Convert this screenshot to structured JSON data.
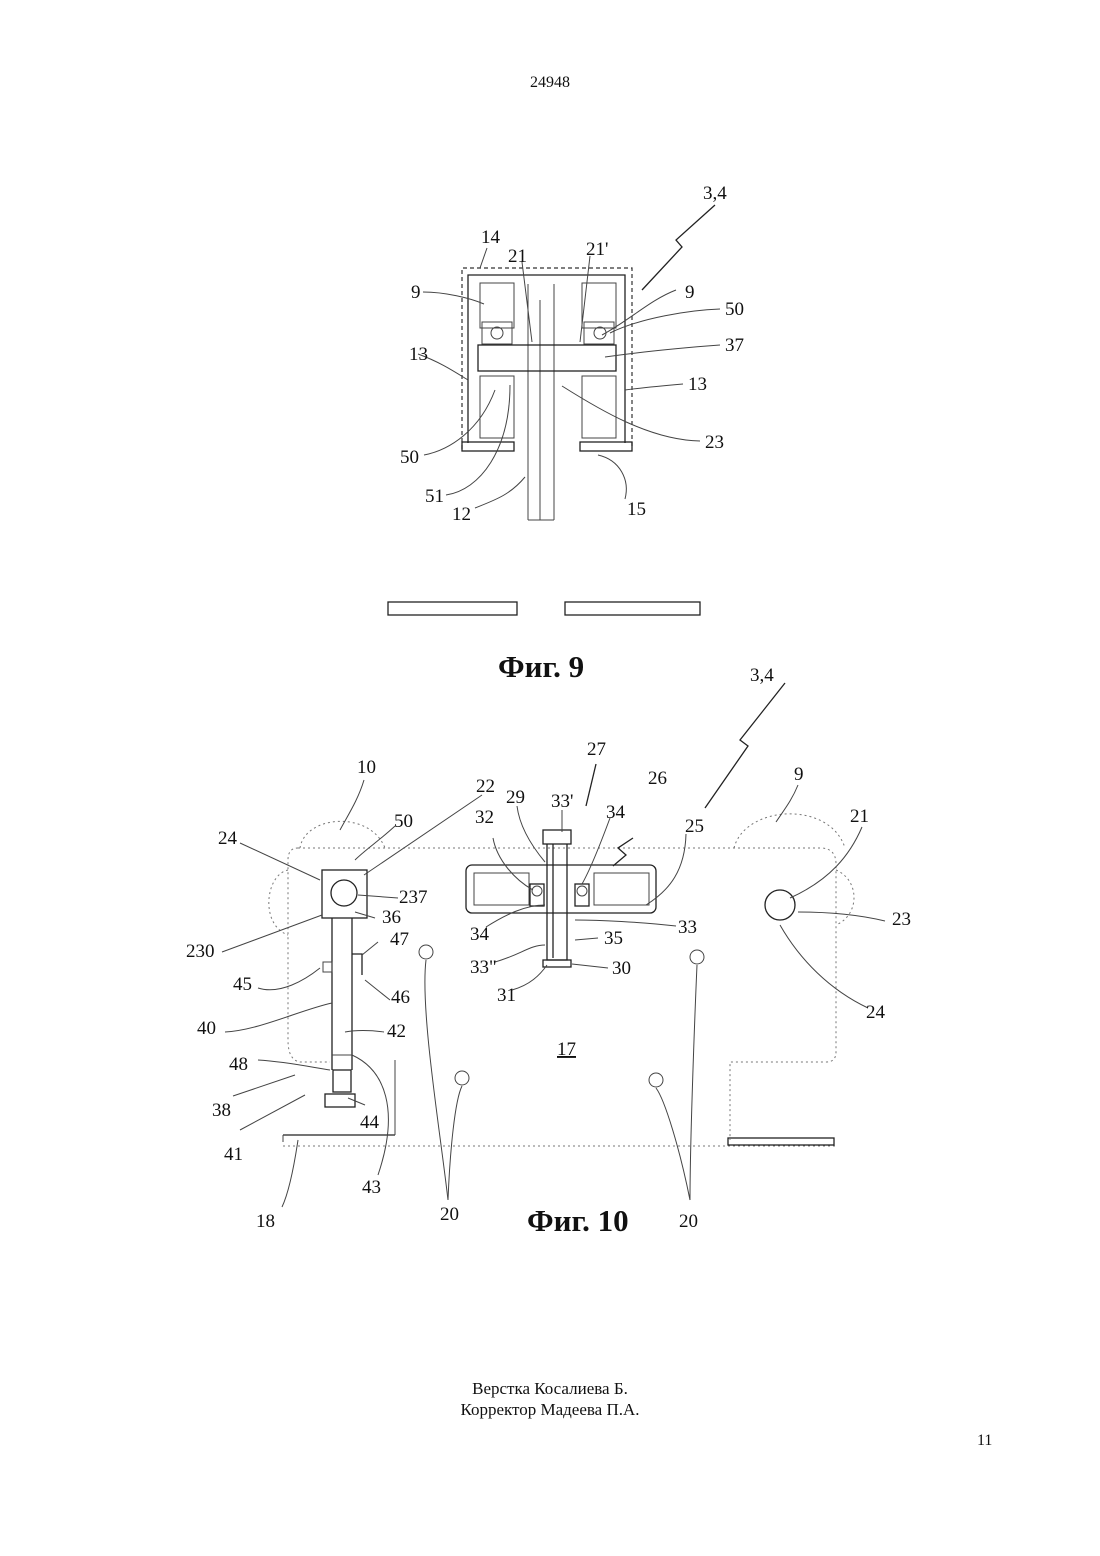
{
  "header": {
    "document_number": "24948"
  },
  "figure9": {
    "caption": "Фиг. 9",
    "labels": {
      "l34": "3,4",
      "l14": "14",
      "l21": "21",
      "l21p": "21'",
      "l9a": "9",
      "l9b": "9",
      "l50a": "50",
      "l13a": "13",
      "l37": "37",
      "l13b": "13",
      "l50b": "50",
      "l23": "23",
      "l51": "51",
      "l12": "12",
      "l15": "15"
    }
  },
  "figure10": {
    "caption": "Фиг. 10",
    "labels": {
      "l34": "3,4",
      "l27": "27",
      "l10": "10",
      "l26": "26",
      "l9": "9",
      "l22": "22",
      "l29": "29",
      "l33p": "33'",
      "l50": "50",
      "l32": "32",
      "l34a": "34",
      "l25": "25",
      "l21": "21",
      "l24a": "24",
      "l237": "237",
      "l36": "36",
      "l23": "23",
      "l34b": "34",
      "l33": "33",
      "l230": "230",
      "l35": "35",
      "l47": "47",
      "l33pp": "33\"",
      "l30": "30",
      "l45": "45",
      "l46": "46",
      "l31": "31",
      "l24b": "24",
      "l40": "40",
      "l42": "42",
      "l17": "17",
      "l48": "48",
      "l38": "38",
      "l44": "44",
      "l41": "41",
      "l43": "43",
      "l18": "18",
      "l20a": "20",
      "l20b": "20"
    }
  },
  "footer": {
    "layout": "Верстка Косалиева Б.",
    "corrector": "Корректор Мадеева П.А.",
    "page_number": "11"
  }
}
